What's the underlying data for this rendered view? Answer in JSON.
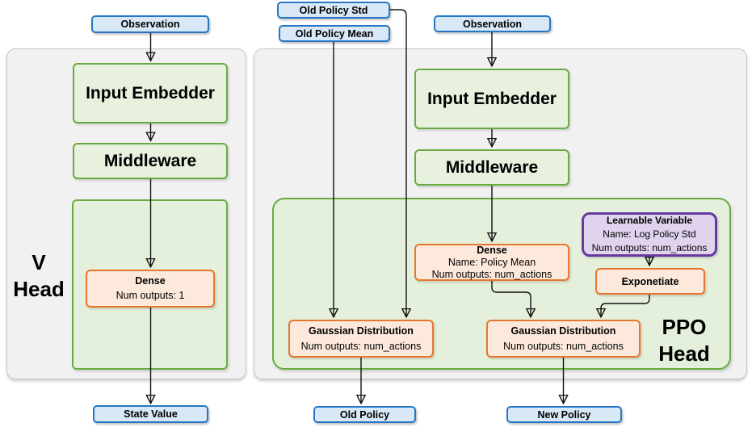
{
  "colors": {
    "blue_border": "#2577C4",
    "blue_fill": "#D9E8F6",
    "green_border": "#68AC41",
    "green_fill": "#E7F1DE",
    "green_panel_fill": "#E4F0DB",
    "orange_border": "#E8762C",
    "orange_fill": "#FCE9DB",
    "purple_border": "#67399E",
    "purple_fill": "#E0D3ED",
    "panel_fill": "#F1F1F1",
    "panel_border": "#C6C6C6",
    "connector": "#111111"
  },
  "v_head": {
    "label_line1": "V",
    "label_line2": "Head",
    "observation": "Observation",
    "input_embedder": "Input Embedder",
    "middleware": "Middleware",
    "dense": {
      "title": "Dense",
      "outputs": "Num outputs: 1"
    },
    "state_value": "State Value"
  },
  "ppo_head": {
    "label_line1": "PPO",
    "label_line2": "Head",
    "inputs": {
      "old_policy_std": "Old Policy Std",
      "old_policy_mean": "Old Policy Mean",
      "observation": "Observation"
    },
    "input_embedder": "Input Embedder",
    "middleware": "Middleware",
    "dense": {
      "title": "Dense",
      "name": "Name: Policy Mean",
      "outputs": "Num outputs: num_actions"
    },
    "learnable_variable": {
      "title": "Learnable Variable",
      "name": "Name: Log Policy Std",
      "outputs": "Num outputs: num_actions"
    },
    "exponetiate": "Exponetiate",
    "gaussian_old": {
      "title": "Gaussian Distribution",
      "outputs": "Num outputs: num_actions"
    },
    "gaussian_new": {
      "title": "Gaussian Distribution",
      "outputs": "Num outputs: num_actions"
    },
    "outputs": {
      "old_policy": "Old Policy",
      "new_policy": "New Policy"
    }
  }
}
